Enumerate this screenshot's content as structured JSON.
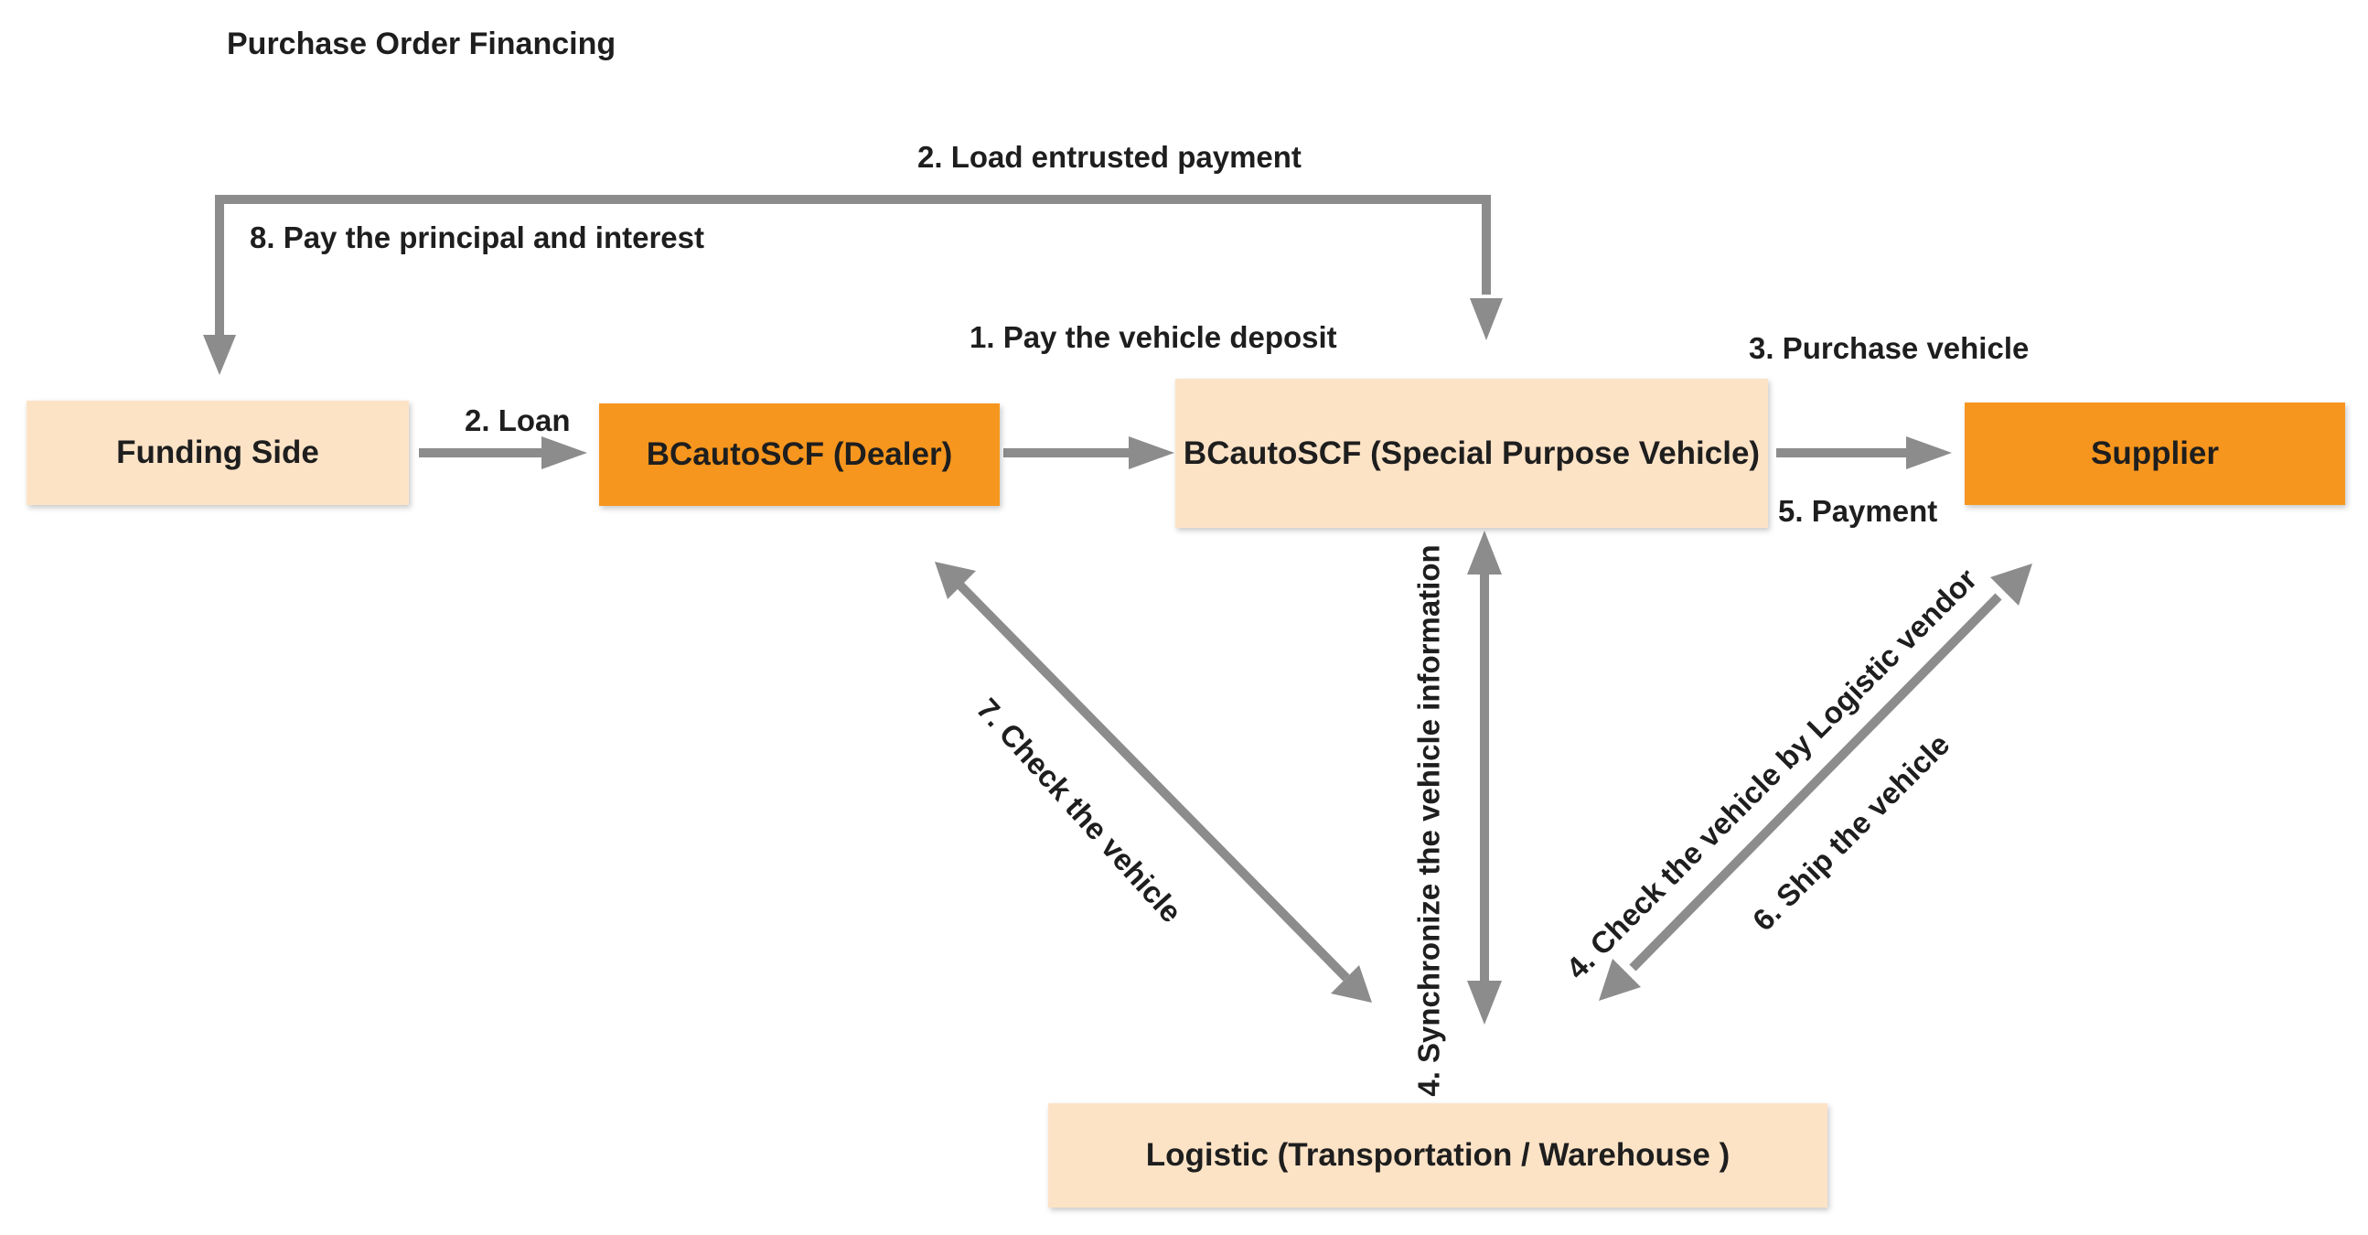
{
  "title": "Purchase Order Financing",
  "colors": {
    "box_light": "#fde3c6",
    "box_accent": "#f7961e",
    "arrow": "#8c8c8c",
    "text": "#1e1e1e"
  },
  "nodes": {
    "funding": "Funding Side",
    "dealer": "BCautoSCF (Dealer)",
    "spv": "BCautoSCF (Special Purpose Vehicle)",
    "supplier": "Supplier",
    "logistic": "Logistic (Transportation / Warehouse )"
  },
  "edges": {
    "load_entrusted_payment": "2. Load entrusted payment",
    "pay_principal_interest": "8. Pay the principal and interest",
    "pay_vehicle_deposit": "1. Pay the vehicle deposit",
    "loan": "2. Loan",
    "purchase_vehicle": "3. Purchase vehicle",
    "payment": "5. Payment",
    "check_vehicle": "7. Check the vehicle",
    "synchronize_info": "4. Synchronize the vehicle information",
    "check_by_logistic_vendor": "4. Check the vehicle by Logistic vendor",
    "ship_vehicle": "6. Ship the vehicle"
  }
}
